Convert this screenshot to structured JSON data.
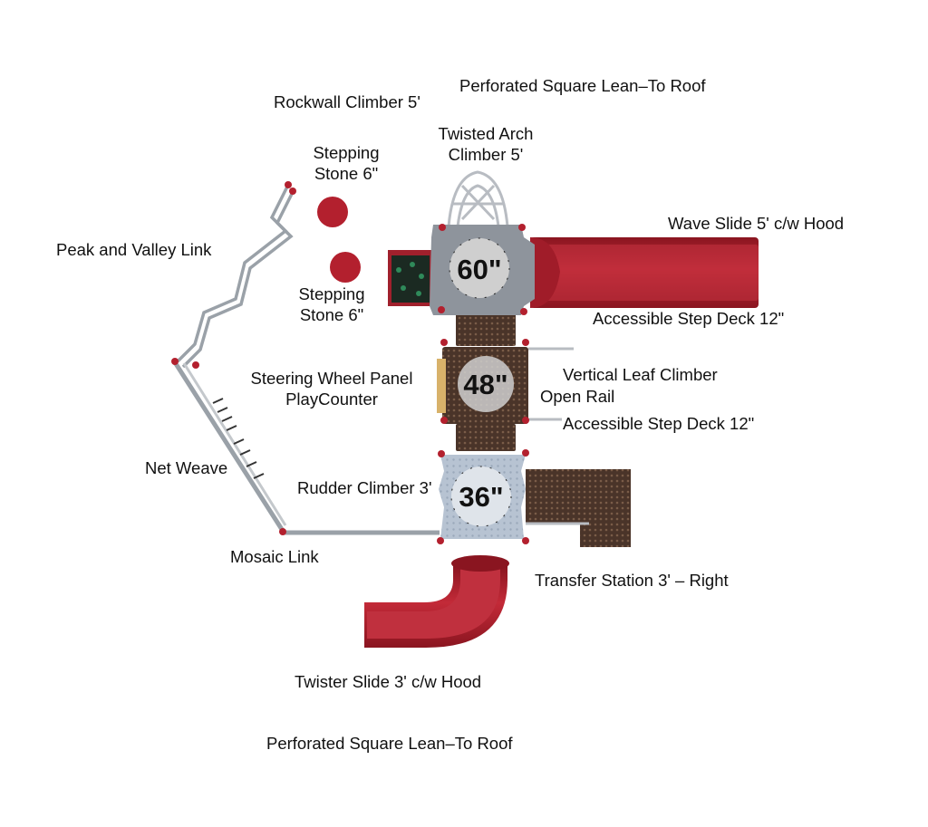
{
  "labels": {
    "roof_top": "Perforated Square Lean–To Roof",
    "rockwall": "Rockwall Climber 5'",
    "twisted_arch_1": "Twisted Arch",
    "twisted_arch_2": "Climber 5'",
    "stepping_stone_top_1": "Stepping",
    "stepping_stone_top_2": "Stone 6\"",
    "wave_slide": "Wave Slide 5' c/w Hood",
    "peak_valley": "Peak and Valley Link",
    "stepping_stone_bottom_1": "Stepping",
    "stepping_stone_bottom_2": "Stone 6\"",
    "accessible_step_deck_top": "Accessible Step Deck 12\"",
    "steering_wheel_1": "Steering Wheel Panel",
    "steering_wheel_2": "PlayCounter",
    "vertical_leaf": "Vertical Leaf Climber",
    "open_rail": "Open Rail",
    "accessible_step_deck_bottom": "Accessible Step Deck 12\"",
    "net_weave": "Net Weave",
    "rudder_climber": "Rudder Climber 3'",
    "mosaic_link": "Mosaic Link",
    "transfer_station": "Transfer Station 3' – Right",
    "twister_slide": "Twister Slide 3' c/w Hood",
    "roof_bottom": "Perforated Square Lean–To Roof"
  },
  "decks": {
    "deck_60": "60\"",
    "deck_48": "48\"",
    "deck_36": "36\""
  },
  "colors": {
    "red": "#b3202e",
    "dark_red": "#8a1520",
    "grey_deck": "#8e949c",
    "light_blue_deck": "#b7c3d2",
    "brown_deck": "#4a3429",
    "rail_grey": "#9aa1a8",
    "climber_green": "#1e5a3a"
  }
}
